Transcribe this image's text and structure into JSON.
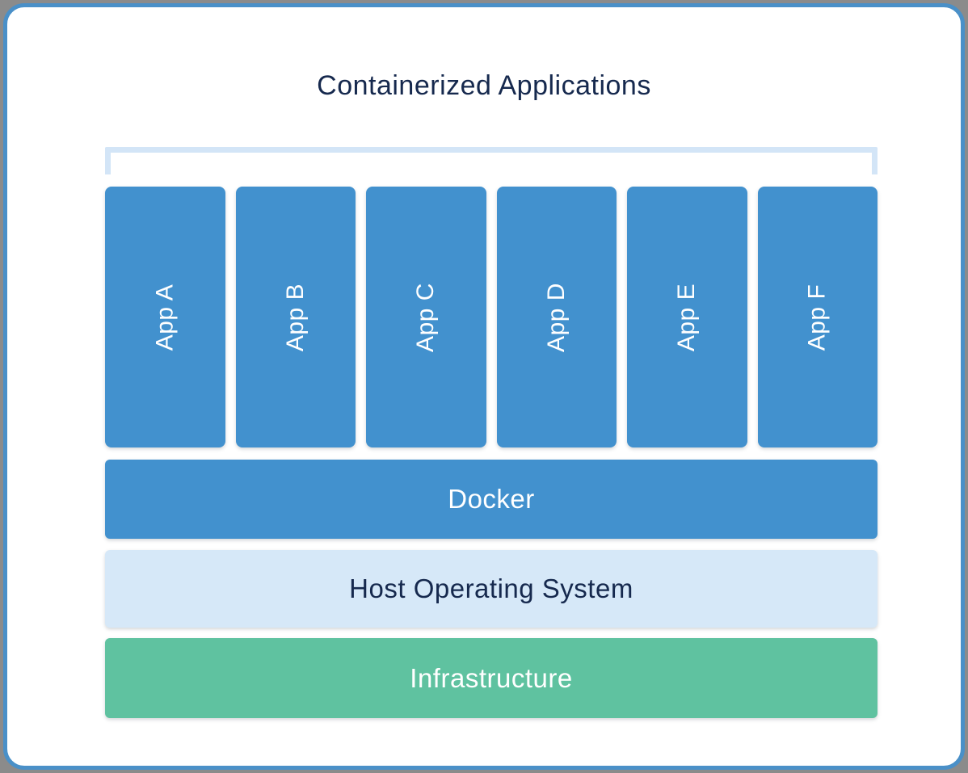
{
  "title": "Containerized Applications",
  "apps": [
    {
      "label": "App A"
    },
    {
      "label": "App B"
    },
    {
      "label": "App C"
    },
    {
      "label": "App D"
    },
    {
      "label": "App E"
    },
    {
      "label": "App F"
    }
  ],
  "layers": {
    "docker": "Docker",
    "host_os": "Host Operating System",
    "infrastructure": "Infrastructure"
  },
  "colors": {
    "primary_blue": "#4291CE",
    "light_blue": "#D6E8F8",
    "green": "#5FC2A0",
    "navy": "#16294E",
    "border_blue": "#4A90C8",
    "bracket": "#D3E5F7",
    "white": "#FFFFFF",
    "backdrop_gray": "#8B8B8B"
  }
}
